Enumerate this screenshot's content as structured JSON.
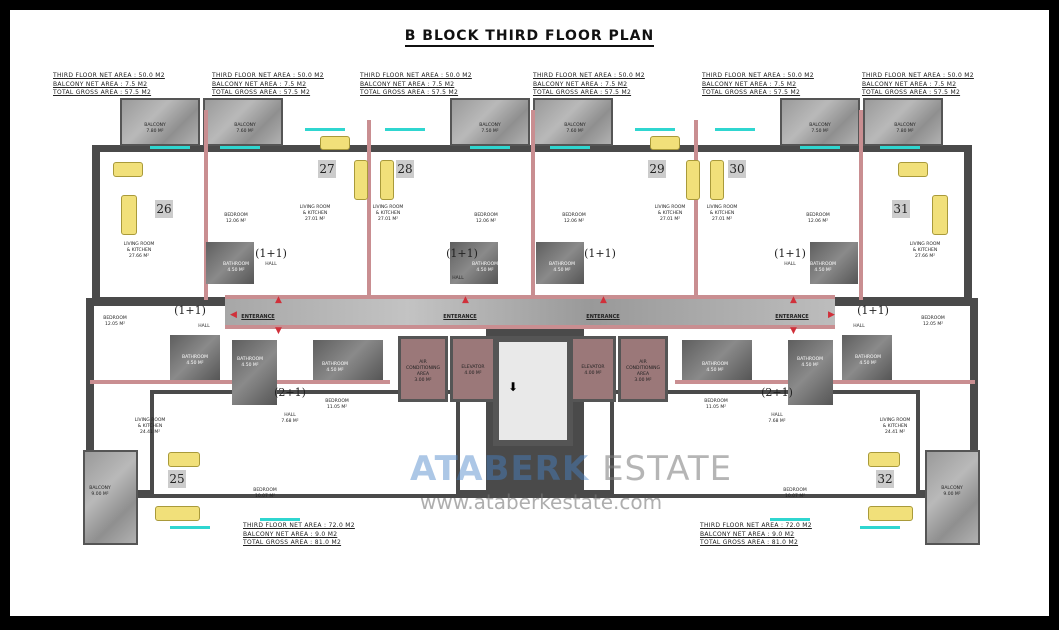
{
  "title": "B BLOCK THIRD FLOOR PLAN",
  "stats_small": {
    "line1": "THIRD FLOOR NET AREA : 50.0 M2",
    "line2": "BALCONY NET AREA : 7.5 M2",
    "line3": "TOTAL GROSS AREA : 57.5 M2"
  },
  "stats_large": {
    "line1": "THIRD FLOOR NET AREA : 72.0 M2",
    "line2": "BALCONY NET AREA : 9.0 M2",
    "line3": "TOTAL GROSS AREA : 81.0 M2"
  },
  "units": [
    "25",
    "26",
    "27",
    "28",
    "29",
    "30",
    "31",
    "32"
  ],
  "types": {
    "one_plus_one": "(1+1)",
    "two_plus_one": "(2+1)"
  },
  "rooms": {
    "balcony": "BALCONY",
    "bedroom": "BEDROOM",
    "bathroom": "BATHROOM",
    "living": "LIVING ROOM",
    "kitchen": "& KITCHEN",
    "hall": "HALL",
    "elevator": "ELEVATOR",
    "air1": "AIR",
    "air2": "CONDITIONING",
    "air3": "AREA"
  },
  "areas": {
    "bal_780": "7.80 M²",
    "bal_760": "7.60 M²",
    "bal_750": "7.50 M²",
    "bal_900": "9.00 M²",
    "bed_1206": "12.06 M²",
    "bed_1205": "12.05 M²",
    "bed_1105": "11.05 M²",
    "bed_1007": "10.07 M²",
    "liv_2766": "27.66 M²",
    "liv_2701": "27.01 M²",
    "liv_2441": "24.41 M²",
    "bath_450": "4.50 M²",
    "hall_768": "7.68 M²",
    "elev_400": "4.00 M²",
    "ac_300": "3.00 M²"
  },
  "entrance": "ENTERANCE",
  "watermark": {
    "brand": "ATABERK",
    "sub": "ESTATE",
    "url": "www.ataberkestate.com"
  },
  "colors": {
    "wall": "#4a4a4a",
    "partition": "#c98e91",
    "window": "#2fd6d0",
    "furniture": "#f1e07a",
    "tech": "#9b7879"
  }
}
